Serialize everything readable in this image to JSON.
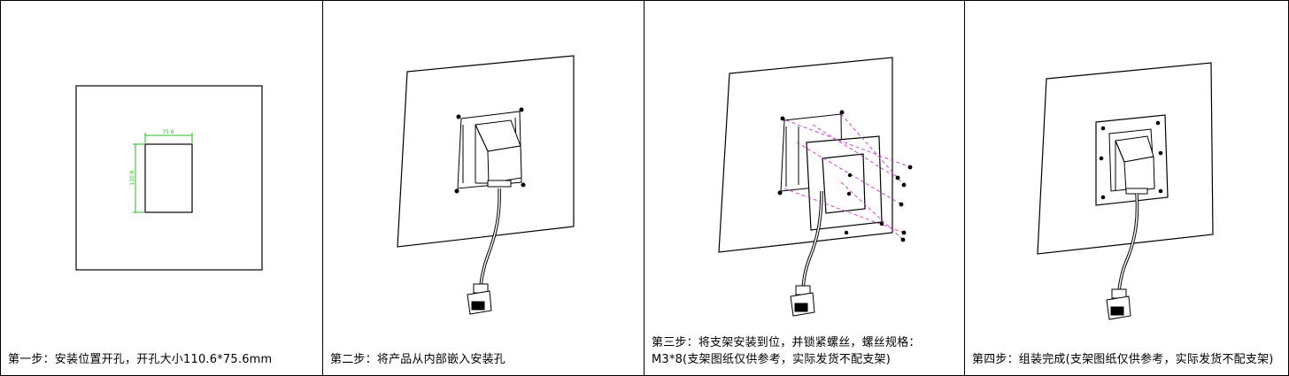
{
  "steps": [
    {
      "caption": "第一步：安装位置开孔，开孔大小110.6*75.6mm",
      "dim_width": "75.6",
      "dim_height": "110.6"
    },
    {
      "caption": "第二步：将产品从内部嵌入安装孔"
    },
    {
      "caption": "第三步：将支架安装到位，并锁紧螺丝，螺丝规格：M3*8(支架图纸仅供参考，实际发货不配支架)"
    },
    {
      "caption": "第四步：组装完成(支架图纸仅供参考，实际发货不配支架)"
    }
  ],
  "colors": {
    "line": "#000000",
    "dimension": "#22bb22",
    "guide": "#cc33cc"
  }
}
